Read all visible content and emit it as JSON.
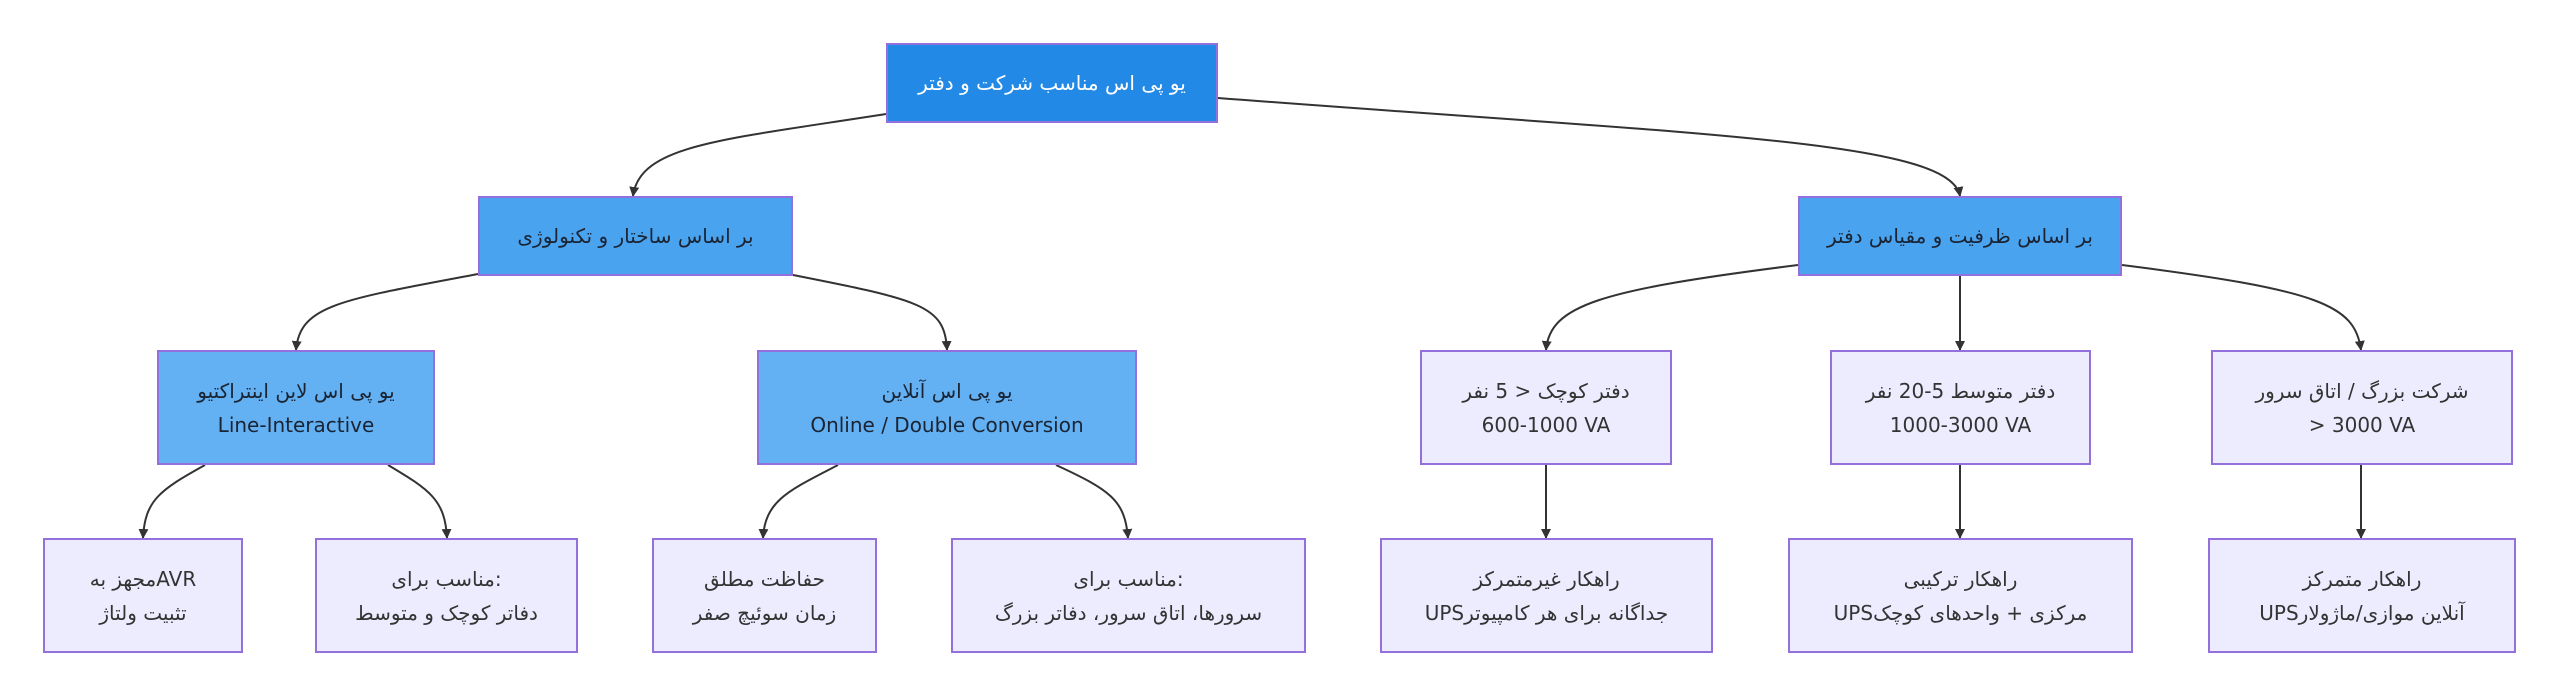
{
  "diagram": {
    "root": {
      "text": "یو پی اس مناسب شرکت و دفتر"
    },
    "structure": {
      "text": "بر اساس ساختار و تکنولوژی"
    },
    "capacity": {
      "text": "بر اساس ظرفیت و مقیاس دفتر"
    },
    "line_interactive": {
      "line1": "یو پی اس لاین اینتراکتیو",
      "line2": "Line-Interactive"
    },
    "online": {
      "line1": "یو پی اس آنلاین",
      "line2": "Online / Double Conversion"
    },
    "small_office": {
      "line1": "دفتر کوچک < 5 نفر",
      "line2": "600-1000 VA"
    },
    "medium_office": {
      "line1": "دفتر متوسط 5-20 نفر",
      "line2": "1000-3000 VA"
    },
    "large_office": {
      "line1": "شرکت بزرگ / اتاق سرور",
      "line2": "> 3000 VA"
    },
    "avr": {
      "line1": "مجهز بهAVR",
      "line2": "تثبیت ولتاژ"
    },
    "li_suitable": {
      "line1": "مناسب برای:",
      "line2": "دفاتر کوچک و متوسط"
    },
    "protection": {
      "line1": "حفاظت مطلق",
      "line2": "زمان سوئیچ صفر"
    },
    "online_suitable": {
      "line1": "مناسب برای:",
      "line2": "سرورها، اتاق سرور، دفاتر بزرگ"
    },
    "decentralized": {
      "line1": "راهکار غیرمتمرکز",
      "line2": "UPSجداگانه برای هر کامپیوتر"
    },
    "hybrid": {
      "line1": "راهکار ترکیبی",
      "line2": "UPSمرکزی + واحدهای کوچک"
    },
    "centralized": {
      "line1": "راهکار متمرکز",
      "line2": "UPSآنلاین موازی/ماژولار"
    }
  }
}
